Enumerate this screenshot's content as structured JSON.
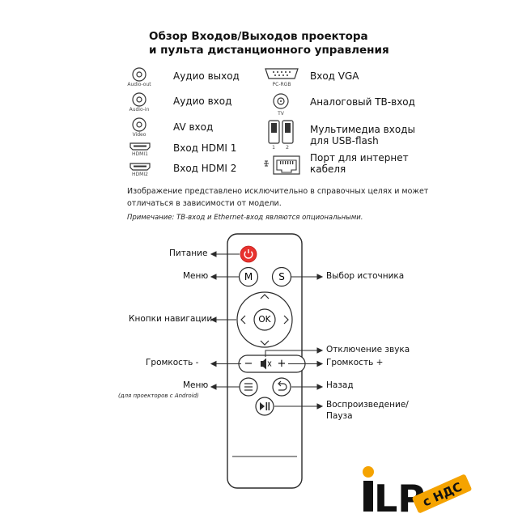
{
  "title": {
    "line1": "Обзор Входов/Выходов проектора",
    "line2": "и пульта дистанционного управления"
  },
  "ports_left": [
    {
      "caption": "Audio-out",
      "label": "Аудио выход",
      "icon": "audio-jack-icon"
    },
    {
      "caption": "Audio-in",
      "label": "Аудио вход",
      "icon": "audio-jack-icon"
    },
    {
      "caption": "Video",
      "label": "AV вход",
      "icon": "video-jack-icon"
    },
    {
      "caption": "HDMI1",
      "label": "Вход HDMI 1",
      "icon": "hdmi-port-icon"
    },
    {
      "caption": "HDMI2",
      "label": "Вход HDMI 2",
      "icon": "hdmi-port-icon"
    }
  ],
  "ports_right": [
    {
      "caption": "PC-RGB",
      "label": "Вход VGA",
      "icon": "vga-port-icon"
    },
    {
      "caption": "TV",
      "label": "Аналоговый ТВ-вход",
      "icon": "tv-antenna-port-icon"
    },
    {
      "caption_a": "1",
      "caption_b": "2",
      "label_line1": "Мультимедиа входы",
      "label_line2": "для USB-flash",
      "icon": "usb-ports-icon"
    },
    {
      "label_line1": "Порт для интернет",
      "label_line2": "кабеля",
      "icon": "ethernet-port-icon"
    }
  ],
  "notes": {
    "line1": "Изображение представлено исключительно в справочных целях и может",
    "line2": "отличаться в зависимости от модели.",
    "remark": "Примечание: ТВ-вход и Ethernet-вход являются опциональными."
  },
  "remote": {
    "buttons": {
      "menu": "M",
      "source": "S",
      "ok": "OK",
      "vol_minus": "−",
      "vol_plus": "+"
    },
    "callouts_left": {
      "power": "Питание",
      "menu": "Меню",
      "navigation": "Кнопки навигации",
      "volume_down": "Громкость -",
      "android_menu": "Меню",
      "android_note": "(для проекторов с Android)"
    },
    "callouts_right": {
      "source": "Выбор источника",
      "mute": "Отключение звука",
      "volume_up": "Громкость +",
      "back": "Назад",
      "play_pause_line1": "Воспроизведение/",
      "play_pause_line2": "Пауза"
    }
  },
  "logo": {
    "brand": "iLP",
    "badge": "с НДС",
    "dot_color": "#f5a300",
    "badge_color": "#f5a300"
  }
}
